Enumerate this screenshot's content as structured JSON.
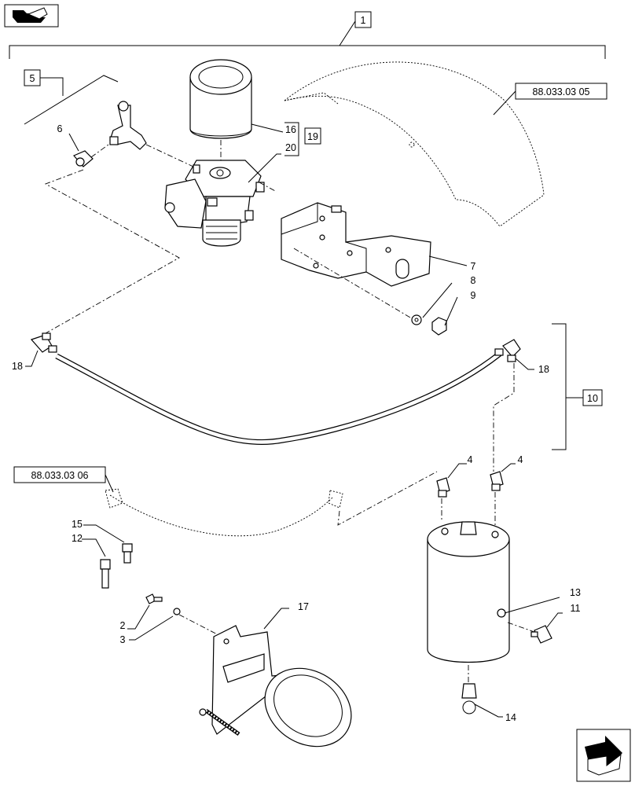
{
  "callouts": {
    "assembly": "1",
    "group_5": "5",
    "group_10": "10",
    "group_19": "19",
    "ref_top": "88.033.03 05",
    "ref_mid": "88.033.03 06"
  },
  "labels": {
    "p2": "2",
    "p3": "3",
    "p4a": "4",
    "p4b": "4",
    "p6": "6",
    "p7": "7",
    "p8": "8",
    "p9": "9",
    "p11": "11",
    "p12": "12",
    "p13": "13",
    "p14": "14",
    "p15": "15",
    "p16": "16",
    "p17": "17",
    "p18a": "18",
    "p18b": "18",
    "p20": "20"
  },
  "icons": {
    "top_left": "back-navigation-icon",
    "bottom_right": "next-page-arrow-icon"
  }
}
